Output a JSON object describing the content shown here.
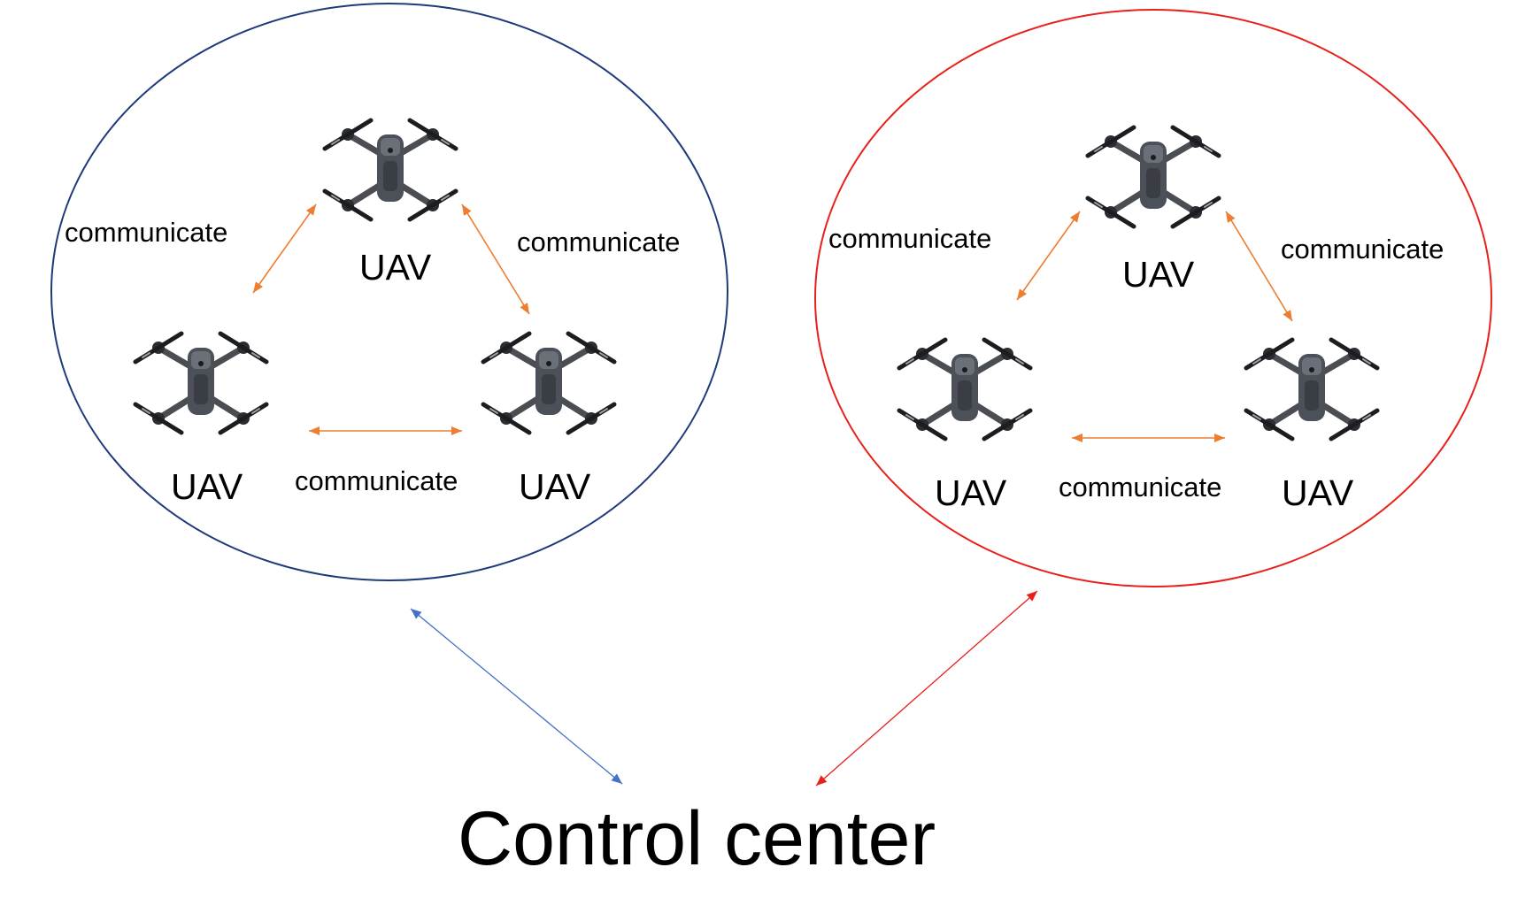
{
  "diagram": {
    "swarm_left": {
      "uav_labels": [
        "UAV",
        "UAV",
        "UAV"
      ],
      "link_labels": [
        "communicate",
        "communicate",
        "communicate"
      ],
      "border_color": "#1f3a7a"
    },
    "swarm_right": {
      "uav_labels": [
        "UAV",
        "UAV",
        "UAV"
      ],
      "link_labels": [
        "communicate",
        "communicate",
        "communicate"
      ],
      "border_color": "#e8201a"
    },
    "intra_link_color": "#ed7d31",
    "left_to_center_link_color": "#4472c4",
    "right_to_center_link_color": "#e8201a",
    "control_center_label": "Control center",
    "uav_icon": "quadcopter-drone-icon"
  }
}
